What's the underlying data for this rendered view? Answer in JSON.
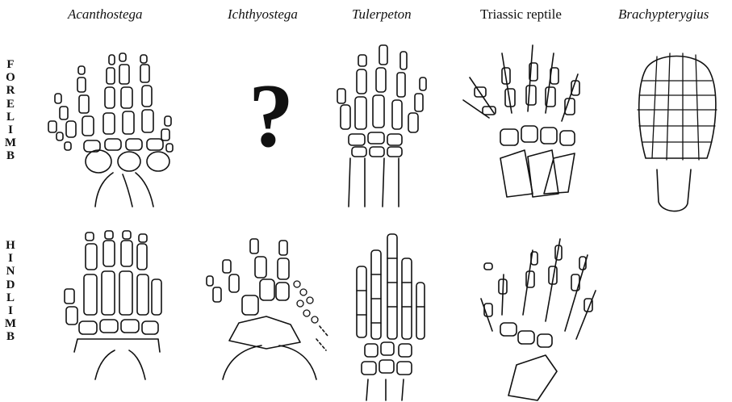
{
  "columns": [
    {
      "title": "Acanthostega",
      "italic": true
    },
    {
      "title": "Ichthyostega",
      "italic": true
    },
    {
      "title": "Tulerpeton",
      "italic": true
    },
    {
      "title": "Triassic reptile",
      "italic": false
    },
    {
      "title": "Brachypterygius",
      "italic": true
    }
  ],
  "rows": [
    {
      "label": "FORELIMB",
      "letters": [
        "F",
        "O",
        "R",
        "E",
        "L",
        "I",
        "M",
        "B"
      ]
    },
    {
      "label": "HINDLIMB",
      "letters": [
        "H",
        "I",
        "N",
        "D",
        "L",
        "I",
        "M",
        "B"
      ]
    }
  ],
  "unknown_marker": "?"
}
